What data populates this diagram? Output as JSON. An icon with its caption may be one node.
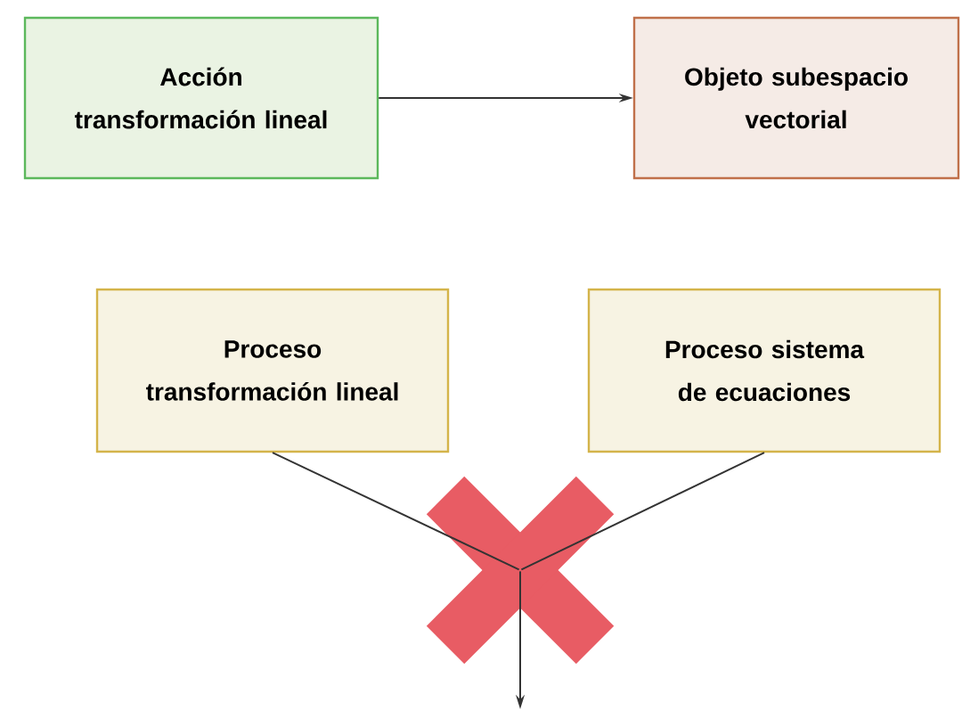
{
  "diagram": {
    "nodes": [
      {
        "text": [
          "Acción transformación lineal"
        ]
      },
      {
        "text": [
          "Objeto subespacio vectorial"
        ]
      },
      {
        "text": [
          "Proceso transformación lineal"
        ]
      },
      {
        "text": [
          "Proceso sistema de ecuaciones"
        ]
      },
      {
        "text": [],
        "shape": "cross"
      }
    ],
    "edges": [
      {
        "from": 0,
        "to": 1,
        "arrow": "to"
      },
      {
        "from": 2,
        "to": 4,
        "arrow": "none"
      },
      {
        "from": 3,
        "to": 4,
        "arrow": "none"
      },
      {
        "from": 4,
        "to": null,
        "arrow": "to"
      }
    ]
  }
}
